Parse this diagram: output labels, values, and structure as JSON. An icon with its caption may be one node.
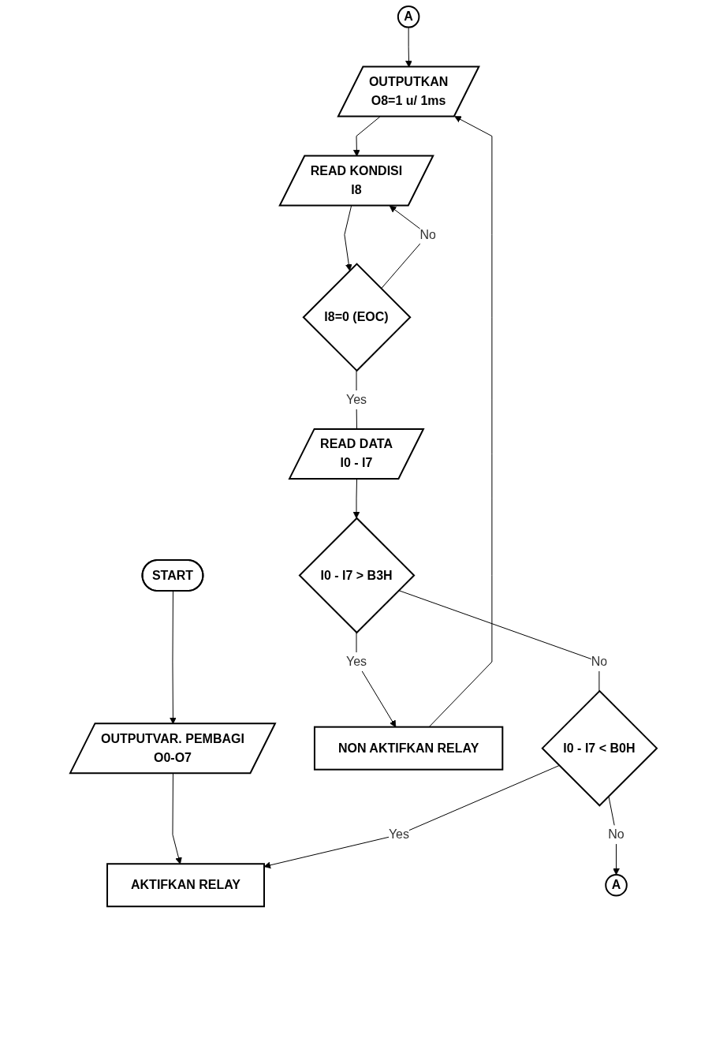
{
  "diagram": {
    "nodes": [
      {
        "text": [
          "START"
        ]
      },
      {
        "text": [
          "OUTPUTVAR. PEMBAGI",
          "O0-O7"
        ]
      },
      {
        "text": [
          "AKTIFKAN RELAY"
        ]
      },
      {
        "text": [
          "A"
        ]
      },
      {
        "text": [
          "OUTPUTKAN",
          "O8=1  u/ 1ms"
        ]
      },
      {
        "text": [
          "READ KONDISI",
          "I8"
        ]
      },
      {
        "text": [
          "I8=0 (EOC)"
        ]
      },
      {
        "text": [
          "READ DATA",
          "I0 - I7"
        ]
      },
      {
        "text": [
          "I0 - I7 > B3H"
        ]
      },
      {
        "text": [
          "NON AKTIFKAN RELAY"
        ]
      },
      {
        "text": [
          "I0 - I7 < B0H"
        ]
      },
      {
        "text": [
          "A"
        ]
      }
    ],
    "edges": [
      {
        "from": 0,
        "to": 1,
        "arrow": "to"
      },
      {
        "from": 1,
        "to": 2,
        "arrow": "to"
      },
      {
        "from": 3,
        "to": 4,
        "arrow": "to"
      },
      {
        "from": 9,
        "to": 4,
        "arrow": "to"
      },
      {
        "from": 4,
        "to": 5,
        "arrow": "to"
      },
      {
        "from": 6,
        "to": 5,
        "label": "No",
        "arrow": "to"
      },
      {
        "from": 5,
        "to": 6,
        "arrow": "to"
      },
      {
        "from": 6,
        "to": 7,
        "label": "Yes",
        "arrow": "none"
      },
      {
        "from": 7,
        "to": 8,
        "arrow": "to"
      },
      {
        "from": 8,
        "to": 9,
        "label": "Yes",
        "arrow": "to"
      },
      {
        "from": 8,
        "to": 10,
        "label": "No",
        "arrow": "none"
      },
      {
        "from": 10,
        "to": 2,
        "label": "Yes",
        "arrow": "to"
      },
      {
        "from": 10,
        "to": 11,
        "label": "No",
        "arrow": "to"
      }
    ]
  }
}
